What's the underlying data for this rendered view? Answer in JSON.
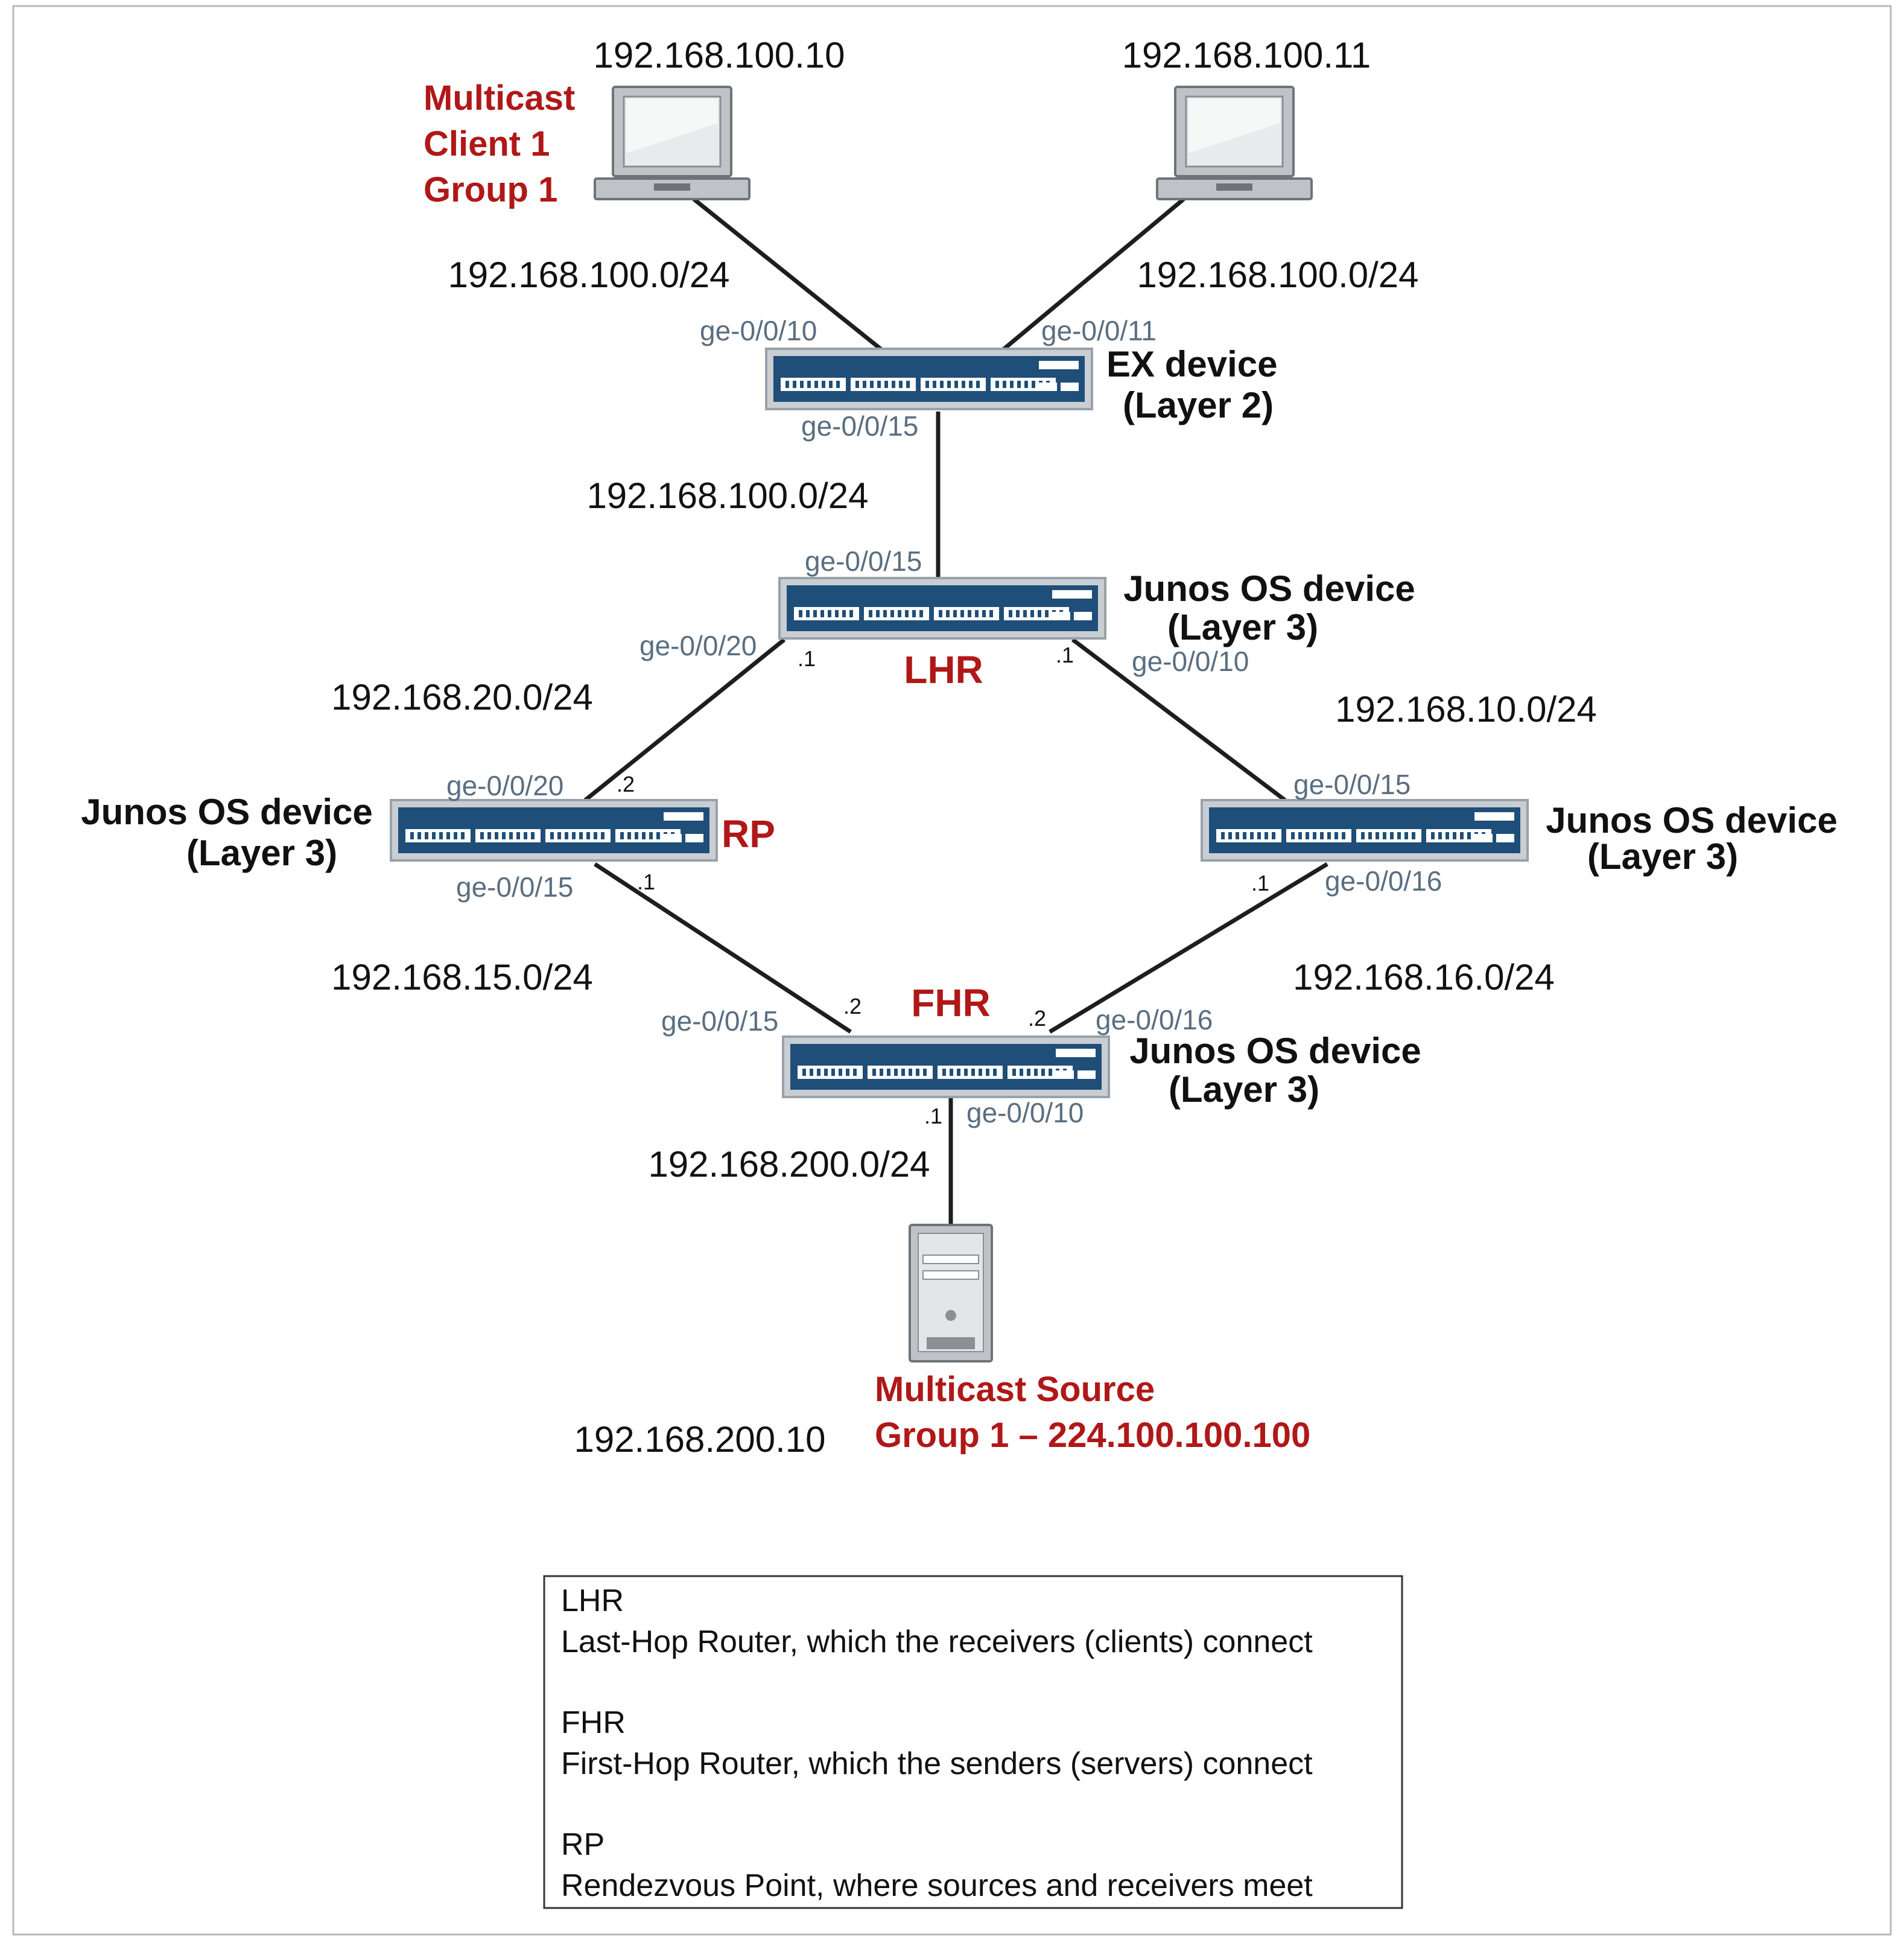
{
  "colors": {
    "switch_body": "#1f4e79",
    "accent_red": "#b01818",
    "port_label": "#5a6e80"
  },
  "clients": {
    "client1": {
      "ip": "192.168.100.10",
      "label_lines": [
        "Multicast",
        "Client 1",
        "Group 1"
      ],
      "icon": "laptop-icon"
    },
    "client2": {
      "ip": "192.168.100.11",
      "icon": "laptop-icon"
    }
  },
  "networks": {
    "client1_net": "192.168.100.0/24",
    "client2_net": "192.168.100.0/24",
    "ex_lhr_net": "192.168.100.0/24",
    "lhr_rp_net": "192.168.20.0/24",
    "lhr_right_net": "192.168.10.0/24",
    "rp_fhr_net": "192.168.15.0/24",
    "right_fhr_net": "192.168.16.0/24",
    "fhr_source_net": "192.168.200.0/24"
  },
  "devices": {
    "ex": {
      "name": "EX device",
      "layer": "(Layer 2)",
      "port_left": "ge-0/0/10",
      "port_right": "ge-0/0/11",
      "port_down": "ge-0/0/15"
    },
    "lhr": {
      "name": "Junos OS device",
      "layer": "(Layer 3)",
      "role": "LHR",
      "port_up": "ge-0/0/15",
      "port_left": "ge-0/0/20",
      "port_right": "ge-0/0/10",
      "addr_left": ".1",
      "addr_right": ".1"
    },
    "rp": {
      "name": "Junos OS device",
      "layer": "(Layer 3)",
      "role": "RP",
      "port_up": "ge-0/0/20",
      "port_down": "ge-0/0/15",
      "addr_up": ".2",
      "addr_down": ".1"
    },
    "right": {
      "name": "Junos OS device",
      "layer": "(Layer 3)",
      "port_up": "ge-0/0/15",
      "port_down": "ge-0/0/16",
      "addr_down": ".1"
    },
    "fhr": {
      "name": "Junos OS device",
      "layer": "(Layer 3)",
      "role": "FHR",
      "port_left": "ge-0/0/15",
      "port_right": "ge-0/0/16",
      "port_down": "ge-0/0/10",
      "addr_left": ".2",
      "addr_right": ".2",
      "addr_down": ".1"
    }
  },
  "source": {
    "ip": "192.168.200.10",
    "label_line1": "Multicast Source",
    "label_line2": "Group 1 – 224.100.100.100",
    "icon": "server-icon"
  },
  "legend": {
    "entries": [
      {
        "term": "LHR",
        "definition": "Last-Hop Router, which the receivers (clients) connect"
      },
      {
        "term": "FHR",
        "definition": "First-Hop Router, which the senders (servers) connect"
      },
      {
        "term": "RP",
        "definition": "Rendezvous Point, where sources and receivers meet"
      }
    ]
  }
}
